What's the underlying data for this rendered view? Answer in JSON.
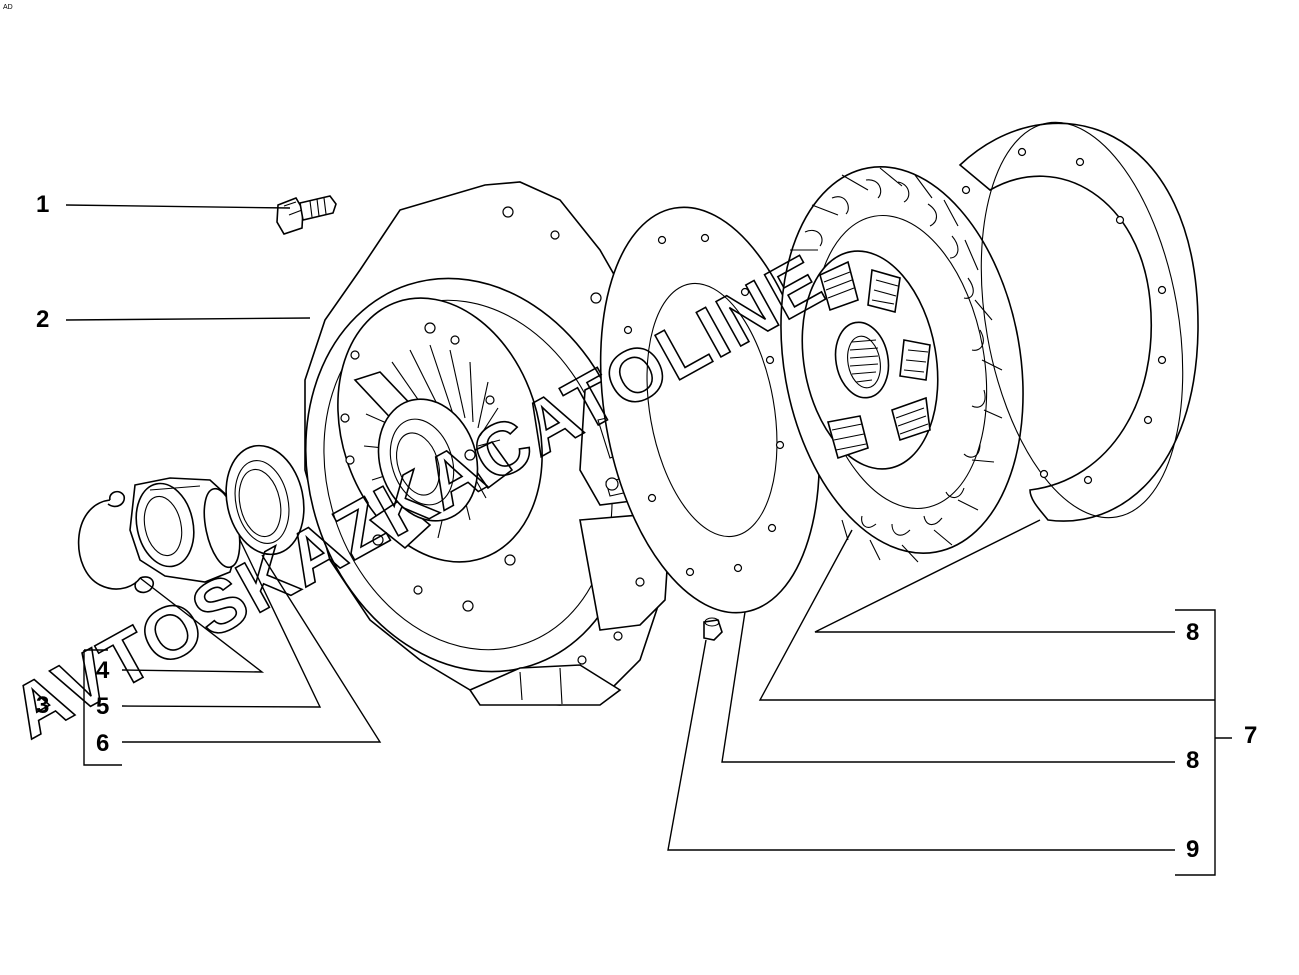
{
  "corner_mark": "AD",
  "watermark": "AVTOSKAZKACATOLINE",
  "callouts": {
    "c1": "1",
    "c2": "2",
    "c3": "3",
    "c4": "4",
    "c5": "5",
    "c6": "6",
    "c7": "7",
    "c8a": "8",
    "c8b": "8",
    "c9": "9"
  }
}
